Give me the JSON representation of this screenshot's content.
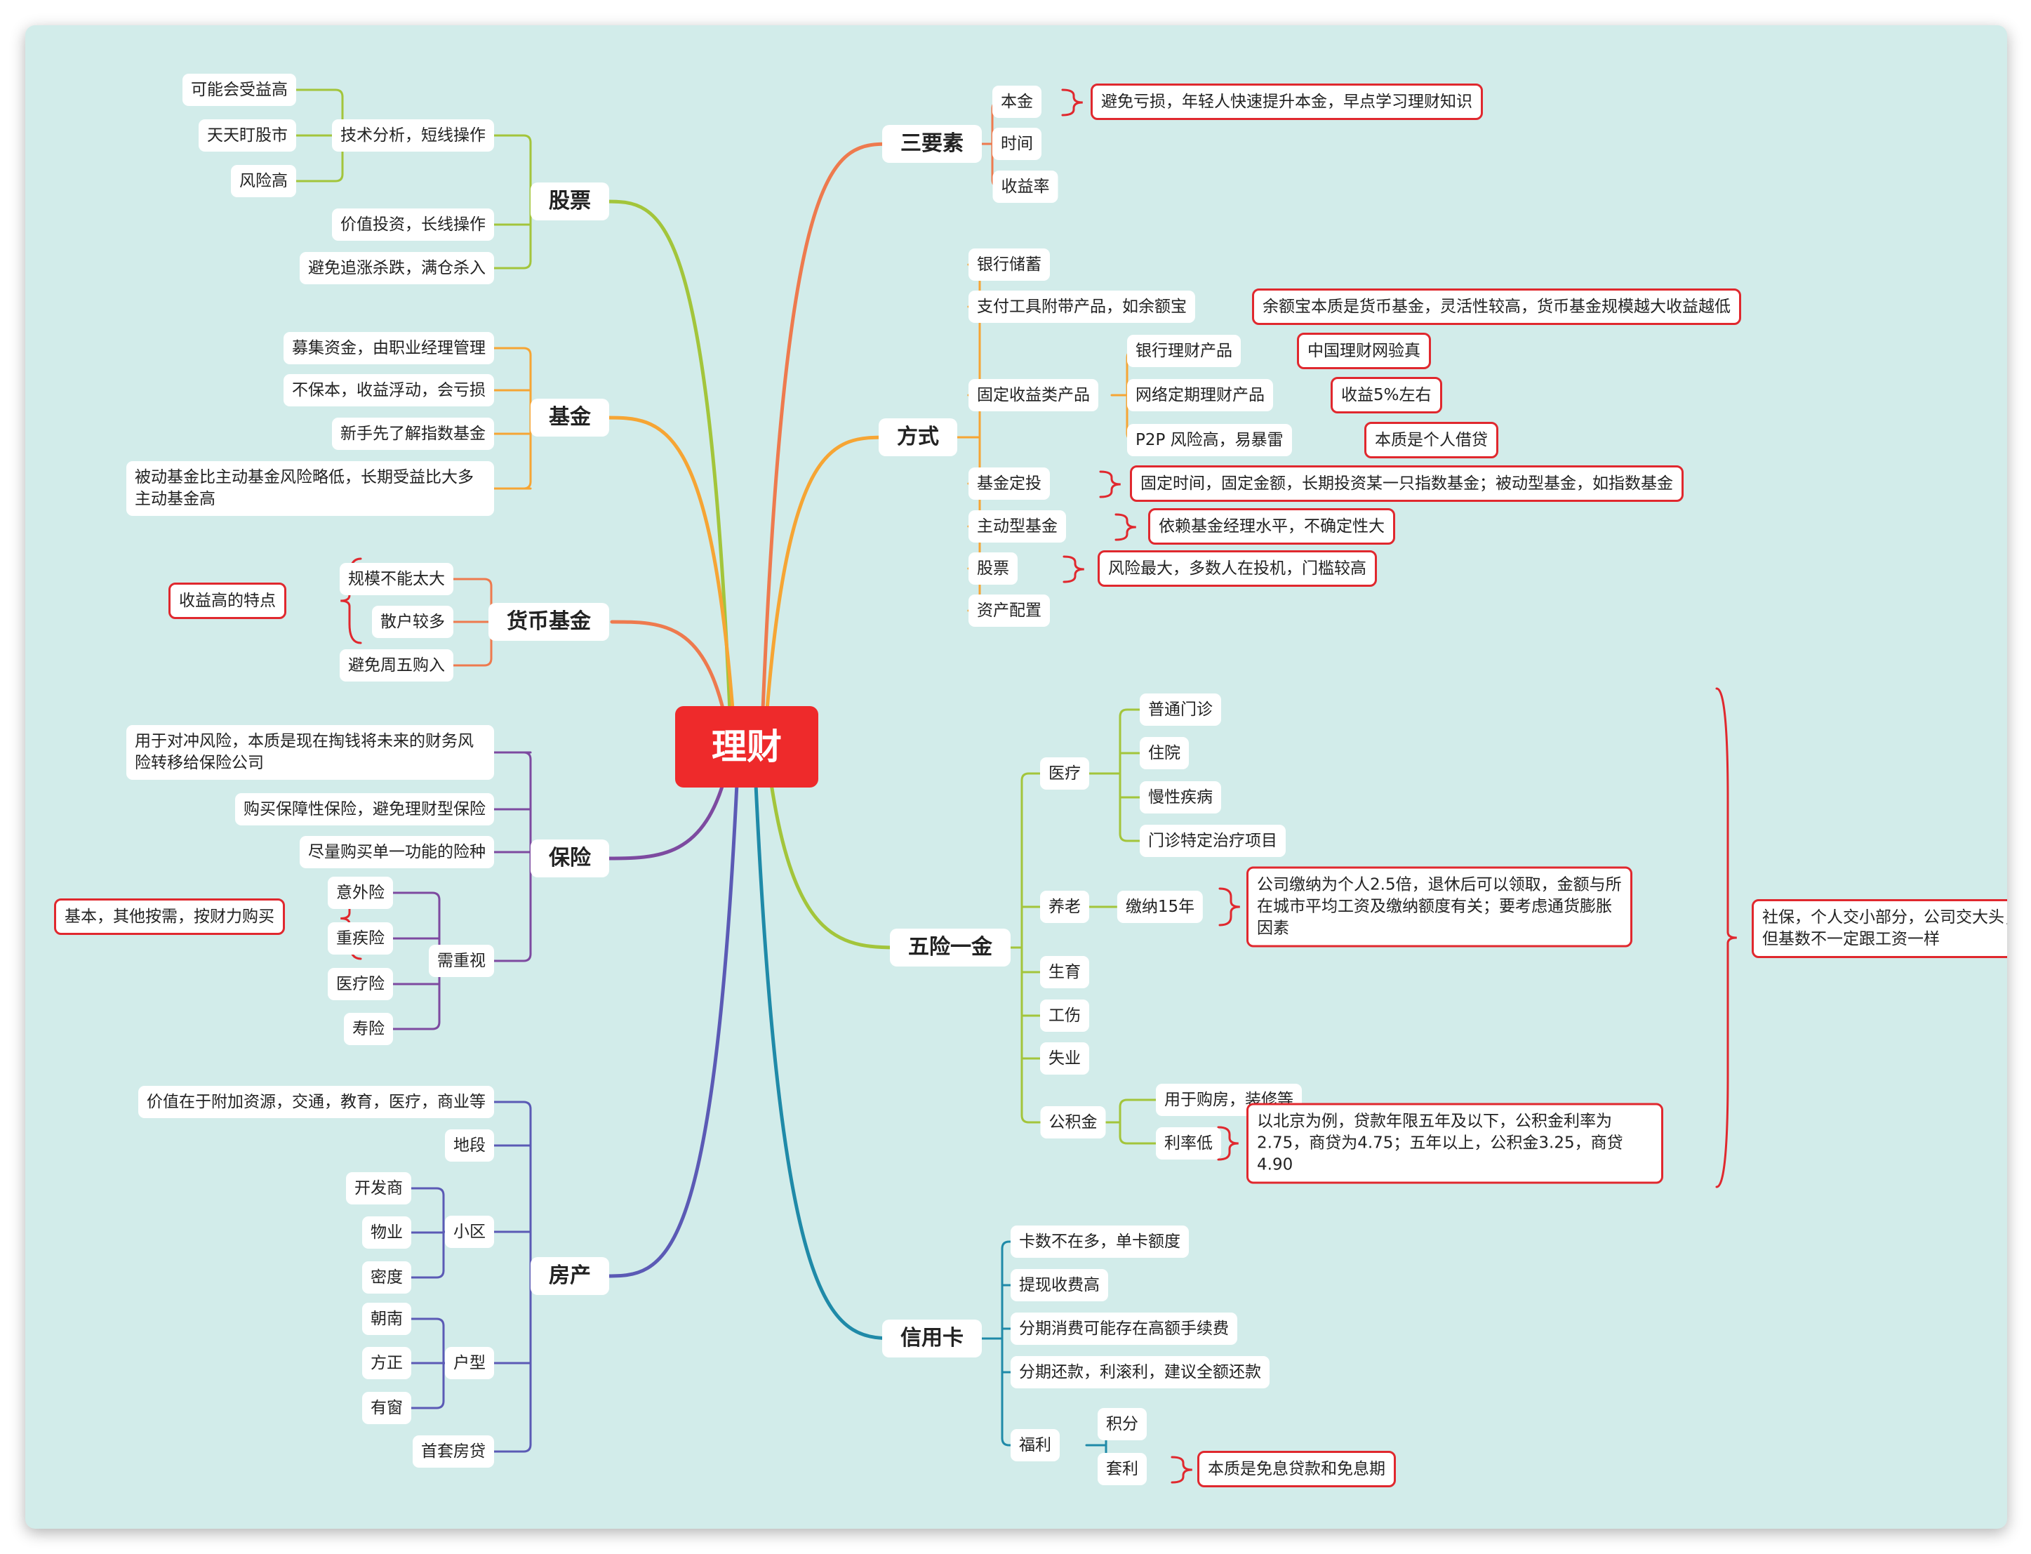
{
  "root": "理财",
  "right": {
    "sanyaosu": {
      "label": "三要素",
      "items": [
        "本金",
        "时间",
        "收益率"
      ],
      "benjin_note": "避免亏损，年轻人快速提升本金，早点学习理财知识"
    },
    "fangshi": {
      "label": "方式",
      "items": [
        "银行储蓄",
        "支付工具附带产品，如余额宝",
        "固定收益类产品",
        "基金定投",
        "主动型基金",
        "股票",
        "资产配置"
      ],
      "yuebao_note": "余额宝本质是货币基金，灵活性较高，货币基金规模越大收益越低",
      "fixed": [
        "银行理财产品",
        "网络定期理财产品",
        "P2P 风险高，易暴雷"
      ],
      "fixed_notes": [
        "中国理财网验真",
        "收益5%左右",
        "本质是个人借贷"
      ],
      "dingtou_note": "固定时间，固定金额，长期投资某一只指数基金；被动型基金，如指数基金",
      "active_note": "依赖基金经理水平，不确定性大",
      "stock_note": "风险最大，多数人在投机，门槛较高"
    },
    "wuxian": {
      "label": "五险一金",
      "items": [
        "医疗",
        "养老",
        "生育",
        "工伤",
        "失业",
        "公积金"
      ],
      "medical": [
        "普通门诊",
        "住院",
        "慢性疾病",
        "门诊特定治疗项目"
      ],
      "pension": "缴纳15年",
      "pension_note": "公司缴纳为个人2.5倍，退休后可以领取，金额与所在城市平均工资及缴纳额度有关；要考虑通货膨胀因素",
      "fund": [
        "用于购房，装修等",
        "利率低"
      ],
      "fund_note": "以北京为例，贷款年限五年及以下，公积金利率为2.75，商贷为4.75；五年以上，公积金3.25，商贷4.90",
      "social_note": "社保，个人交小部分，公司交大头，越高，缴得越多，但基数不一定跟工资一样"
    },
    "credit": {
      "label": "信用卡",
      "items": [
        "卡数不在多，单卡额度",
        "提现收费高",
        "分期消费可能存在高额手续费",
        "分期还款，利滚利，建议全额还款",
        "福利"
      ],
      "welfare": [
        "积分",
        "套利"
      ],
      "arbitrage_note": "本质是免息贷款和免息期"
    }
  },
  "left": {
    "stock": {
      "label": "股票",
      "items": [
        "技术分析，短线操作",
        "价值投资，长线操作",
        "避免追涨杀跌，满仓杀入"
      ],
      "tech": [
        "可能会受益高",
        "天天盯股市",
        "风险高"
      ]
    },
    "fund": {
      "label": "基金",
      "items": [
        "募集资金，由职业经理管理",
        "不保本，收益浮动，会亏损",
        "新手先了解指数基金",
        "被动基金比主动基金风险略低，长期受益比大多主动基金高"
      ]
    },
    "money": {
      "label": "货币基金",
      "items": [
        "规模不能太大",
        "散户较多",
        "避免周五购入"
      ],
      "note": "收益高的特点"
    },
    "insurance": {
      "label": "保险",
      "items": [
        "用于对冲风险，本质是现在掏钱将未来的财务风险转移给保险公司",
        "购买保障性保险，避免理财型保险",
        "尽量购买单一功能的险种",
        "需重视"
      ],
      "important": [
        "意外险",
        "重疾险",
        "医疗险",
        "寿险"
      ],
      "note": "基本，其他按需，按财力购买"
    },
    "house": {
      "label": "房产",
      "items": [
        "价值在于附加资源，交通，教育，医疗，商业等",
        "地段",
        "小区",
        "户型",
        "首套房贷"
      ],
      "community": [
        "开发商",
        "物业",
        "密度"
      ],
      "layout": [
        "朝南",
        "方正",
        "有窗"
      ]
    }
  },
  "colors": {
    "sanyaosu": "#ee7a4e",
    "fangshi": "#f6a534",
    "wuxian": "#a3c53b",
    "credit": "#1f8aa8",
    "stock": "#a3c53b",
    "fund": "#f6a534",
    "money": "#ee7a4e",
    "insurance": "#7d4aa0",
    "house": "#5b5ab5",
    "note": "#e0282e"
  }
}
